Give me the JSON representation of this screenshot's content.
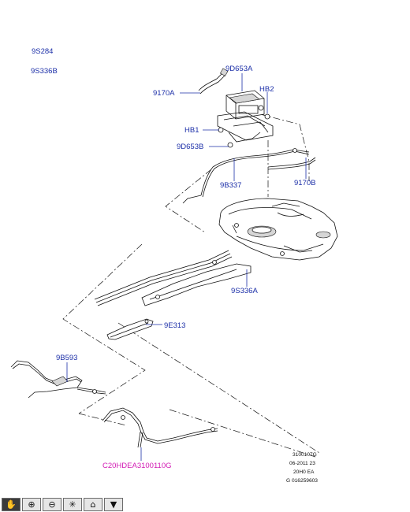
{
  "diagram": {
    "callouts": {
      "ref_9s284": "9S284",
      "ref_9s336b": "9S336B",
      "c_9d653a": "9D653A",
      "c_9170a": "9170A",
      "c_hb2": "HB2",
      "c_hb1": "HB1",
      "c_9d653b": "9D653B",
      "c_9b337": "9B337",
      "c_9170b": "9170B",
      "c_9s336a": "9S336A",
      "c_9e313": "9E313",
      "c_9b593": "9B593"
    },
    "image_code": "C20HDEA3100110G",
    "ident_block": [
      "3100107G",
      "06-2011 23",
      "20H0 EA",
      "G 016259603"
    ],
    "colors": {
      "callout": "#1c2fa8",
      "image_code": "#d21bb4"
    }
  },
  "toolbar": {
    "buttons": [
      {
        "name": "pan-tool-button",
        "icon": "hand-icon",
        "glyph": "✋",
        "active": true
      },
      {
        "name": "zoom-in-button",
        "icon": "zoom-in-icon",
        "glyph": "⊕",
        "active": false
      },
      {
        "name": "zoom-out-button",
        "icon": "zoom-out-icon",
        "glyph": "⊖",
        "active": false
      },
      {
        "name": "hotspot-button",
        "icon": "pointer-icon",
        "glyph": "✳",
        "active": false
      },
      {
        "name": "home-button",
        "icon": "home-icon",
        "glyph": "⌂",
        "active": false
      },
      {
        "name": "menu-dropdown-button",
        "icon": "triangle-down-icon",
        "glyph": "▼",
        "active": false
      }
    ]
  }
}
